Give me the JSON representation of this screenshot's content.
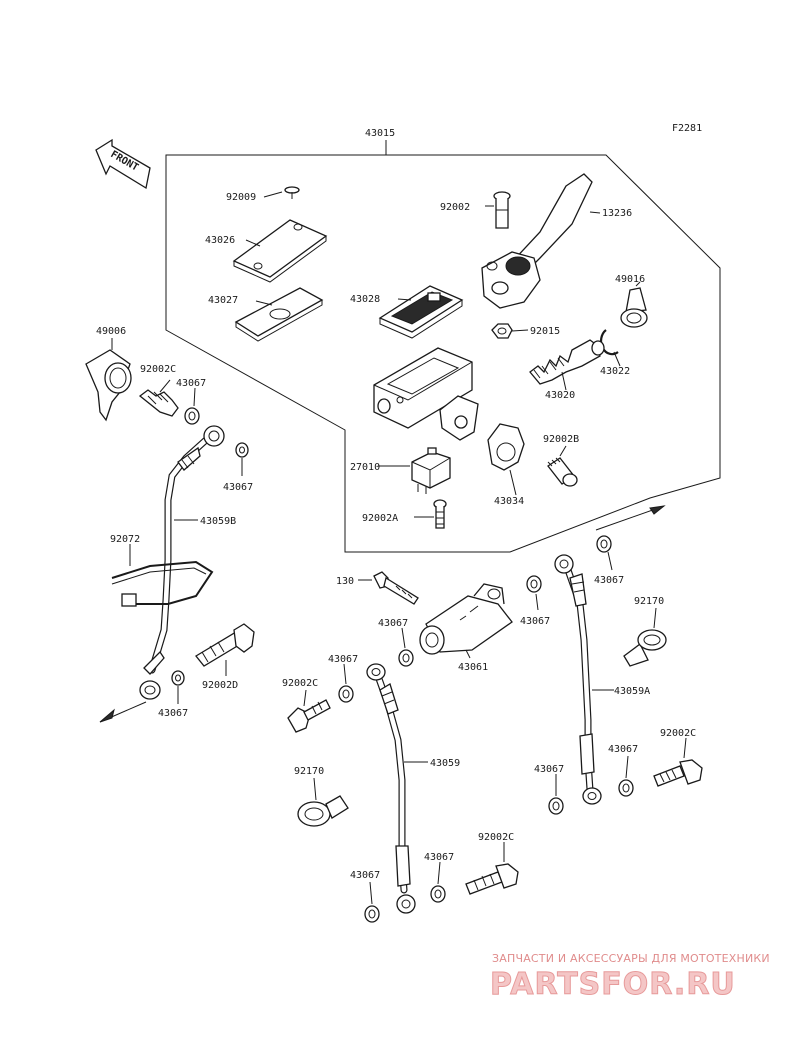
{
  "diagram_code": "F2281",
  "front_label": "FRONT",
  "labels": {
    "l43015": "43015",
    "l92009": "92009",
    "l92002": "92002",
    "l13236": "13236",
    "l43026": "43026",
    "l43027": "43027",
    "l43028": "43028",
    "l92015": "92015",
    "l49016": "49016",
    "l43022": "43022",
    "l43020": "43020",
    "l49006": "49006",
    "l92002c_a": "92002C",
    "l43067_a": "43067",
    "l43067_b": "43067",
    "l43059b": "43059B",
    "l27010": "27010",
    "l92002b": "92002B",
    "l43034": "43034",
    "l92002a": "92002A",
    "l92072": "92072",
    "l130": "130",
    "l43067_c": "43067",
    "l43067_d": "43067",
    "l43061": "43061",
    "l43067_e": "43067",
    "l92170_a": "92170",
    "l43059a": "43059A",
    "l92002d": "92002D",
    "l43067_f": "43067",
    "l92002c_b": "92002C",
    "l43067_g": "43067",
    "l43059": "43059",
    "l92002c_c": "92002C",
    "l43067_h": "43067",
    "l43067_i": "43067",
    "l92170_b": "92170",
    "l43067_j": "43067",
    "l92002c_d": "92002C",
    "l43067_k": "43067"
  },
  "watermark": {
    "subtitle": "ЗАПЧАСТИ И АКСЕССУАРЫ ДЛЯ МОТОТЕХНИКИ",
    "brand": "PARTSFOR.RU",
    "sub_color": "#e08c8c",
    "brand_color": "#f4c6c6"
  }
}
